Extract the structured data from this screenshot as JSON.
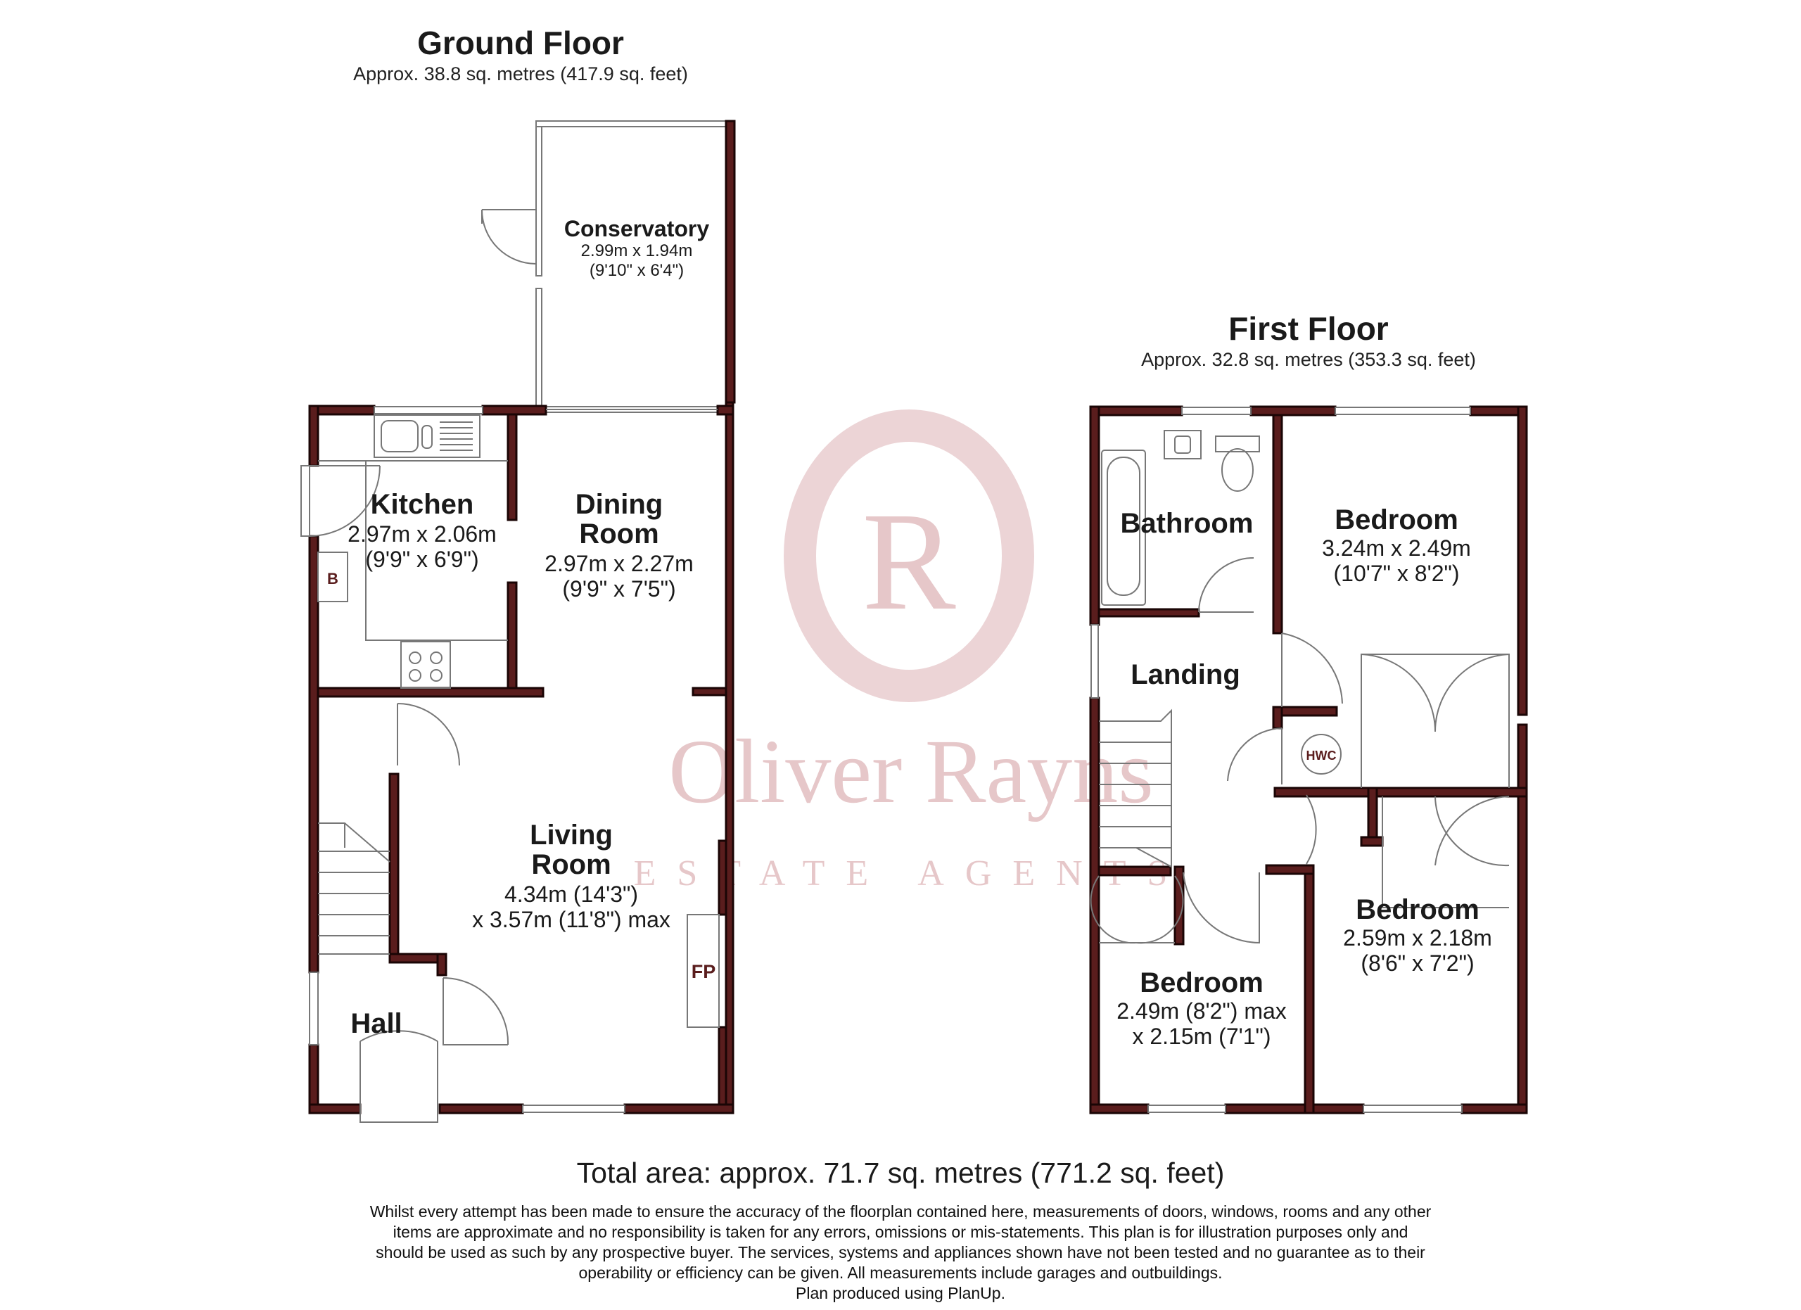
{
  "ground_floor": {
    "title": "Ground Floor",
    "area": "Approx. 38.8 sq. metres (417.9 sq. feet)",
    "rooms": {
      "conservatory": {
        "name": "Conservatory",
        "dim_m": "2.99m x 1.94m",
        "dim_ft": "(9'10\" x 6'4\")"
      },
      "kitchen": {
        "name": "Kitchen",
        "dim_m": "2.97m x 2.06m",
        "dim_ft": "(9'9\" x 6'9\")"
      },
      "dining": {
        "name_1": "Dining",
        "name_2": "Room",
        "dim_m": "2.97m x 2.27m",
        "dim_ft": "(9'9\" x 7'5\")"
      },
      "living": {
        "name_1": "Living",
        "name_2": "Room",
        "dim_1": "4.34m (14'3\")",
        "dim_2": "x 3.57m (11'8\") max"
      },
      "hall": {
        "name": "Hall"
      }
    },
    "labels": {
      "boiler": "B",
      "fireplace": "FP"
    }
  },
  "first_floor": {
    "title": "First Floor",
    "area": "Approx. 32.8 sq. metres (353.3 sq. feet)",
    "rooms": {
      "bathroom": {
        "name": "Bathroom"
      },
      "bedroom_1": {
        "name": "Bedroom",
        "dim_m": "3.24m x 2.49m",
        "dim_ft": "(10'7\" x 8'2\")"
      },
      "landing": {
        "name": "Landing"
      },
      "bedroom_2": {
        "name": "Bedroom",
        "dim_m": "2.59m x 2.18m",
        "dim_ft": "(8'6\" x 7'2\")"
      },
      "bedroom_3": {
        "name": "Bedroom",
        "dim_1": "2.49m (8'2\") max",
        "dim_2": "x 2.15m (7'1\")"
      }
    },
    "labels": {
      "hwc": "HWC"
    }
  },
  "watermark": {
    "monogram": "R",
    "name": "Oliver Rayns",
    "tagline": "ESTATE AGENTS"
  },
  "total_area": "Total area: approx. 71.7 sq. metres (771.2 sq. feet)",
  "disclaimer": [
    "Whilst every attempt has been made to ensure the accuracy of the floorplan contained here, measurements of doors, windows, rooms and any other",
    "items are approximate and no responsibility is taken for any errors, omissions or mis-statements.  This plan is for illustration purposes only and",
    "should be used as such by any prospective buyer. The services, systems and appliances shown have not been tested and no guarantee as to their",
    "operability or efficiency can be given. All measurements include garages and outbuildings.",
    "Plan produced using PlanUp."
  ],
  "colors": {
    "wall": "#5a1d1d",
    "watermark": "#e6c7c9",
    "text": "#1a1a1a"
  }
}
